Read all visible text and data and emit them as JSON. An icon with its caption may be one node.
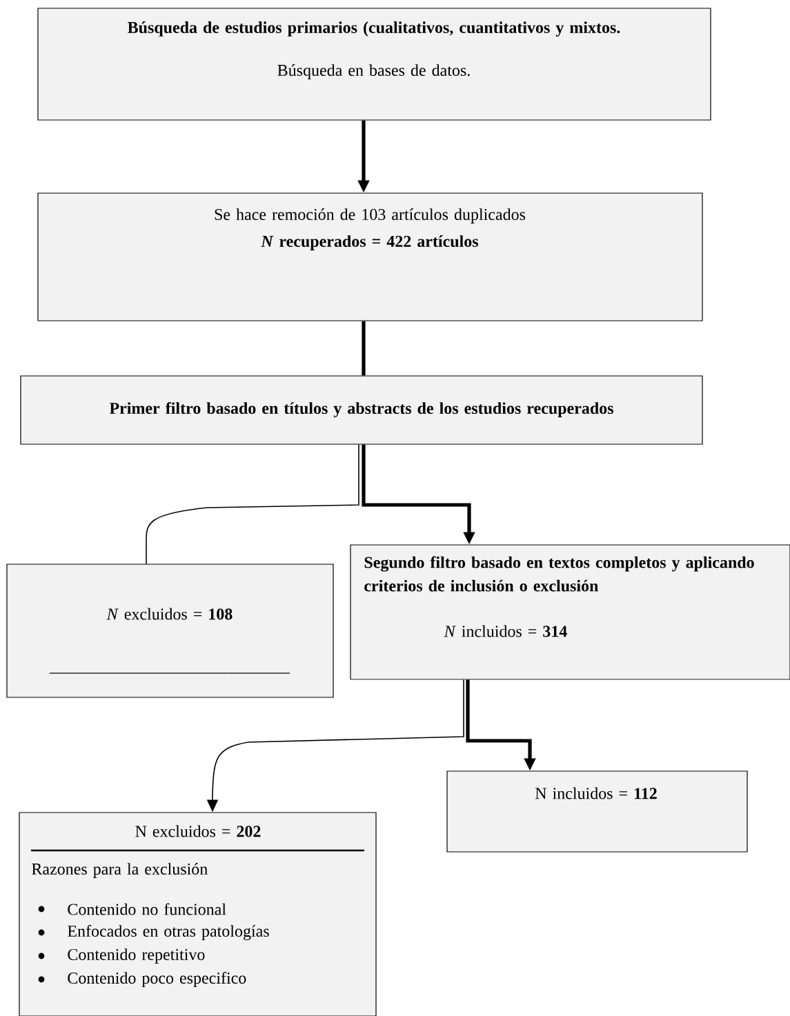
{
  "diagram": {
    "nodes": [
      {
        "text": [
          "Búsqueda de estudios primarios (cualitativos, cuantitativos y mixtos.",
          "Búsqueda en bases de datos."
        ]
      },
      {
        "text": [
          "Se hace remoción de 103 artículos duplicados",
          "*N* recuperados = 422 artículos"
        ]
      },
      {
        "text": [
          "Primer filtro basado en títulos y abstracts de los estudios recuperados"
        ]
      },
      {
        "text": [
          "*N* excluidos =   **108**",
          "_____________________________"
        ]
      },
      {
        "text": [
          "Segundo filtro basado en textos completos y aplicando criterios de inclusión o exclusión",
          "*N* incluidos =   **314**"
        ]
      },
      {
        "text": [
          "N incluidos = **112**"
        ]
      },
      {
        "text": [
          "N excluidos =   **202**",
          "Razones para la exclusión",
          "Contenido no funcional",
          "Enfocados en otras patologías",
          "Contenido repetitivo",
          "Contenido poco especifico"
        ]
      }
    ],
    "edges": [
      {
        "from": 0,
        "to": 1,
        "arrow": "to"
      },
      {
        "from": 1,
        "to": 2,
        "arrow": "none"
      },
      {
        "from": 2,
        "to": 4,
        "arrow": "to"
      },
      {
        "from": 2,
        "to": 3,
        "arrow": "none"
      },
      {
        "from": 4,
        "to": 5,
        "arrow": "to"
      },
      {
        "from": 4,
        "to": 6,
        "arrow": "to"
      }
    ]
  }
}
